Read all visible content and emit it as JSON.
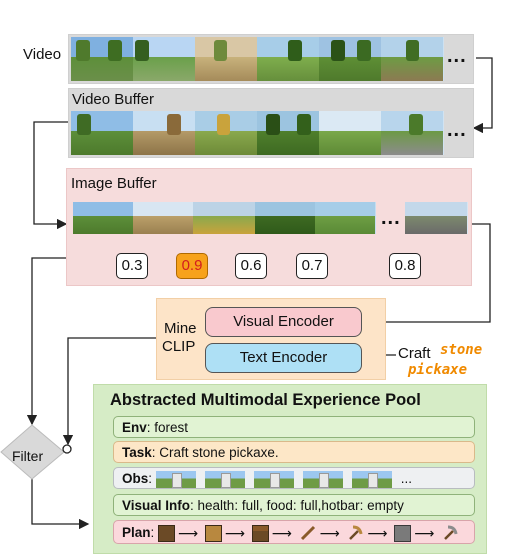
{
  "video": {
    "label": "Video",
    "ellipsis": "..."
  },
  "video_buffer": {
    "label": "Video Buffer",
    "ellipsis": "..."
  },
  "image_buffer": {
    "label": "Image Buffer",
    "ellipsis": "...",
    "scores": [
      "0.3",
      "0.9",
      "0.6",
      "0.7",
      "0.8"
    ],
    "highlight_color": "#f7a21b"
  },
  "mineclip": {
    "label_line1": "Mine",
    "label_line2": "CLIP",
    "visual_encoder": "Visual Encoder",
    "text_encoder": "Text Encoder",
    "craft_prefix": "Craft",
    "craft_target_line1": "stone",
    "craft_target_line2": "pickaxe",
    "craft_color": "#f08a00"
  },
  "filter": {
    "label": "Filter"
  },
  "pool": {
    "title": "Abstracted Multimodal Experience Pool",
    "env": {
      "key": "Env",
      "value": "forest"
    },
    "task": {
      "key": "Task",
      "value": "Craft stone pickaxe."
    },
    "obs": {
      "key": "Obs",
      "ellipsis": "..."
    },
    "visual_info": {
      "key": "Visual Info",
      "value": "health: full, food: full,hotbar: empty"
    },
    "plan": {
      "key": "Plan",
      "steps": [
        "log-icon",
        "planks-icon",
        "crafting-table-icon",
        "stick-icon",
        "wooden-pickaxe-icon",
        "cobblestone-icon",
        "stone-pickaxe-icon"
      ]
    }
  },
  "colors": {
    "video_panel": "#d9d9d9",
    "image_buffer_panel": "#f6dcdc",
    "mineclip_panel": "#fde4c8",
    "pool_panel": "#d6ecc6"
  }
}
